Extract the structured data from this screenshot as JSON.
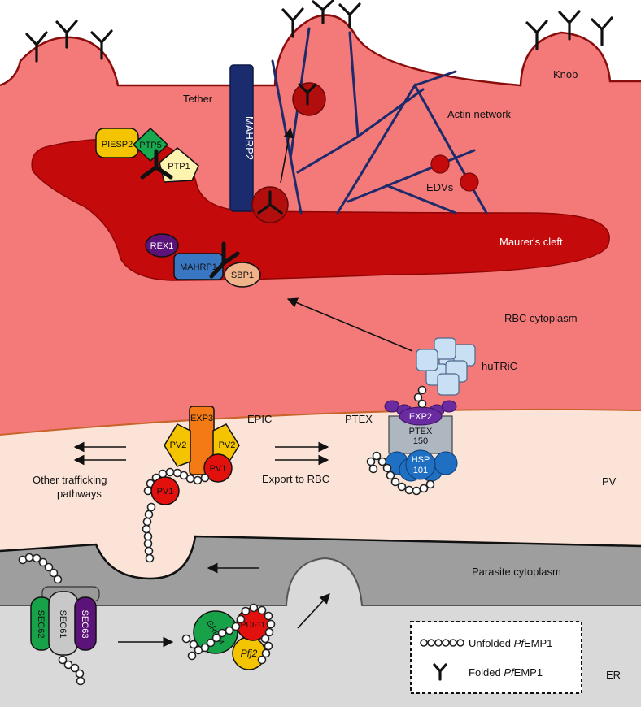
{
  "compartments": {
    "knob": "Knob",
    "rbc_cytoplasm": "RBC cytoplasm",
    "pv": "PV",
    "parasite_cytoplasm": "Parasite cytoplasm",
    "er": "ER"
  },
  "structures": {
    "tether": "Tether",
    "actin_network": "Actin network",
    "edvs": "EDVs",
    "maurers_cleft": "Maurer's cleft",
    "hutric": "huTRiC",
    "epic": "EPIC",
    "ptex": "PTEX"
  },
  "proteins": {
    "mahrp2": "MAHRP2",
    "piesp2": "PIESP2",
    "ptp5": "PTP5",
    "ptp1": "PTP1",
    "rex1": "REX1",
    "mahrp1": "MAHRP1",
    "sbp1": "SBP1",
    "exp3": "EXP3",
    "pv2_left": "PV2",
    "pv2_right": "PV2",
    "pv1_complex": "PV1",
    "pv1_free": "PV1",
    "exp2": "EXP2",
    "ptex150_a": "PTEX",
    "ptex150_b": "150",
    "hsp101_a": "HSP",
    "hsp101_b": "101",
    "sec62": "SEC62",
    "sec61": "SEC61",
    "sec63": "SEC63",
    "grp94": "GRP94",
    "pdi11": "PDI-11",
    "pfj2": "Pfj2"
  },
  "pathways": {
    "other_1": "Other trafficking",
    "other_2": "pathways",
    "export": "Export to RBC"
  },
  "legend": {
    "unfolded_prefix": "Unfolded ",
    "unfolded_italic": "Pf",
    "unfolded_suffix": "EMP1",
    "folded_prefix": "Folded ",
    "folded_italic": "Pf",
    "folded_suffix": "EMP1"
  },
  "colors": {
    "rbc": "#f47a7a",
    "maurers_cleft": "#c40a0a",
    "pv": "#fbe3d7",
    "parasite": "#9e9e9e",
    "er": "#d9d9d9",
    "actin": "#1d2a6b",
    "mahrp2": "#1a2c6e"
  }
}
